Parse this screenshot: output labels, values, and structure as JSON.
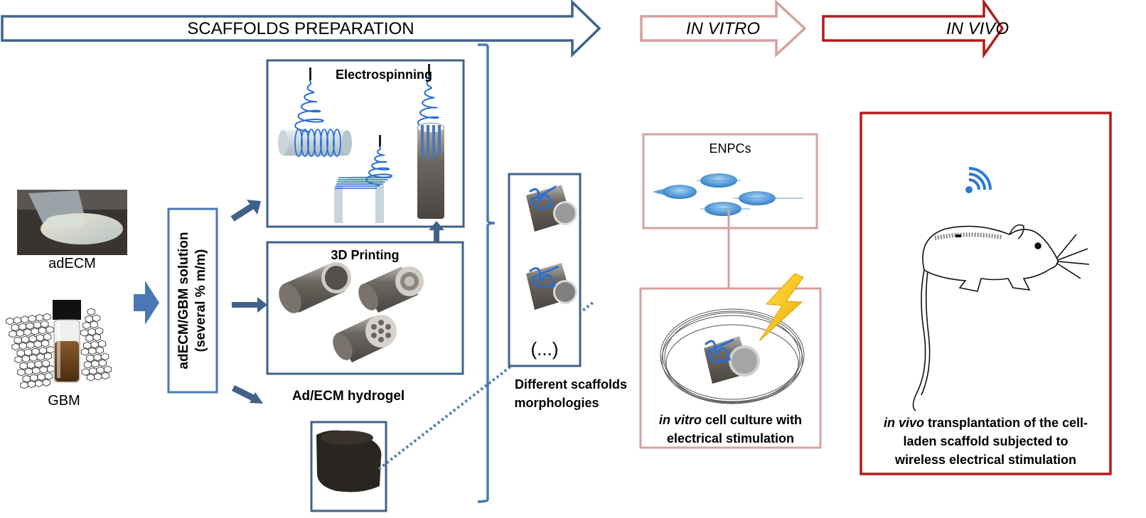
{
  "stages": [
    {
      "id": "scaffolds-preparation",
      "label": "SCAFFOLDS PREPARATION",
      "italic": false,
      "color": "#41618a"
    },
    {
      "id": "in-vitro",
      "label": "IN VITRO",
      "italic": true,
      "color": "#d6a0a0"
    },
    {
      "id": "in-vivo",
      "label": "IN VIVO",
      "italic": true,
      "color": "#b31b1b"
    }
  ],
  "materials": {
    "adecm_label": "adECM",
    "gbm_label": "GBM"
  },
  "solution": {
    "line1": "adECM/GBM solution",
    "line2": "(several % m/m)"
  },
  "methods": {
    "electrospinning": "Electrospinning",
    "printing": "3D Printing",
    "hydrogel": "Ad/ECM hydrogel"
  },
  "morphologies": {
    "ellipsis": "(...)",
    "caption_line1": "Different scaffolds",
    "caption_line2": "morphologies"
  },
  "in_vitro": {
    "cells_label": "ENPCs",
    "caption_italic": "in vitro",
    "caption_rest": " cell culture with",
    "caption_line2": "electrical stimulation"
  },
  "in_vivo": {
    "caption_italic": "in vivo",
    "caption_rest": " transplantation of the cell-",
    "caption_line2": "laden scaffold subjected to",
    "caption_line3": "wireless electrical stimulation"
  },
  "colors": {
    "prep_blue": "#41618a",
    "arrow_blue": "#4a78b5",
    "fiber_blue": "#2a6fd1",
    "vitro_pink": "#d6a0a0",
    "vivo_red": "#b31b1b",
    "bolt_yellow": "#f5c400"
  }
}
